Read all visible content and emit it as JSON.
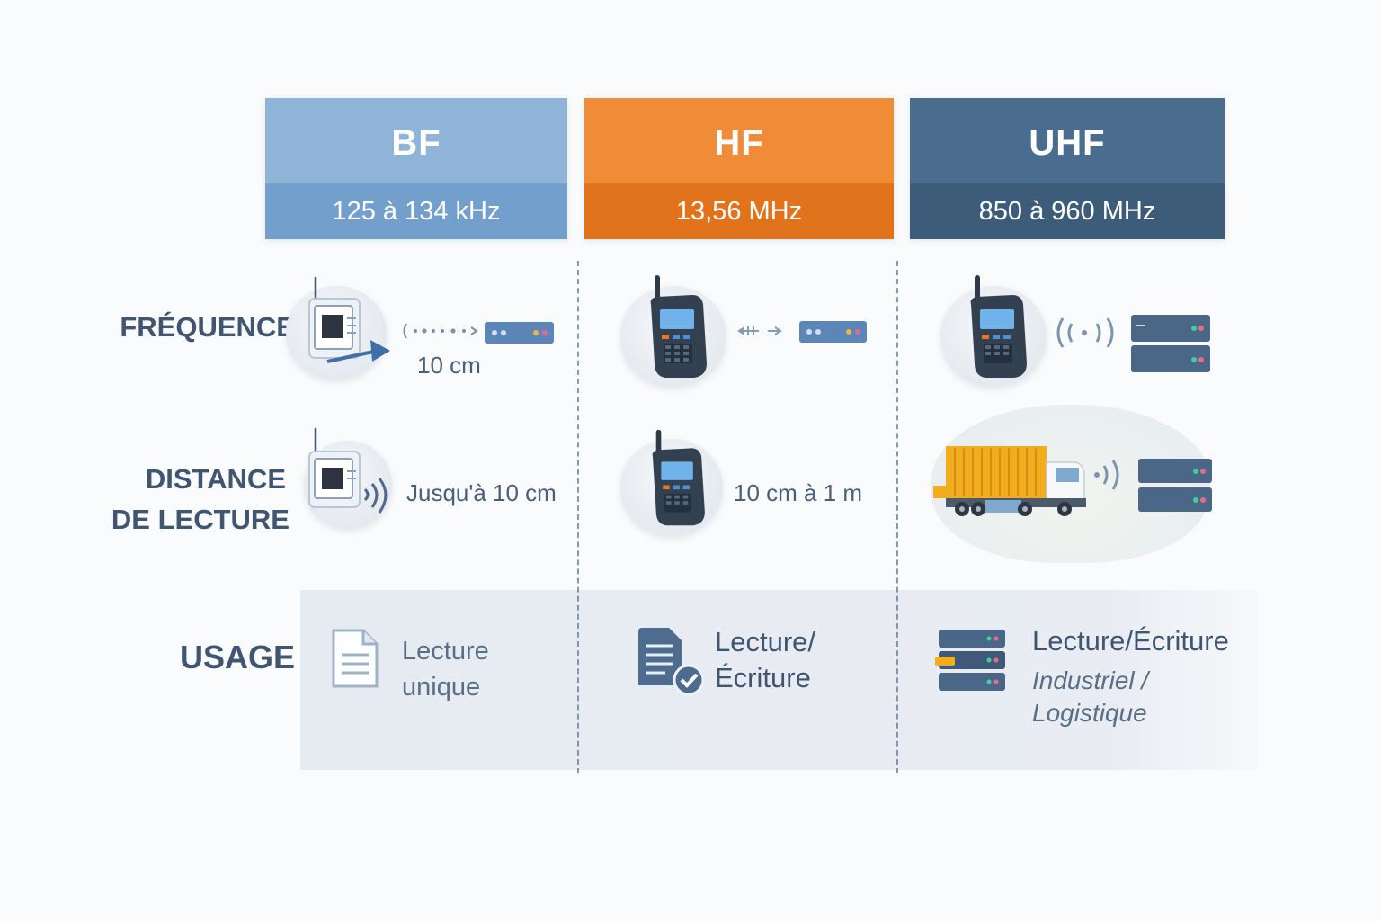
{
  "columns": [
    {
      "name": "BF",
      "frequency": "125 à 134 kHz",
      "color": "#8fb4d8"
    },
    {
      "name": "HF",
      "frequency": "13,56 MHz",
      "color": "#f08c38"
    },
    {
      "name": "UHF",
      "frequency": "850 à 960 MHz",
      "color": "#4a6d8f"
    }
  ],
  "rows": {
    "frequence": "FRÉQUENCE",
    "distance_line1": "DISTANCE",
    "distance_line2": "DE LECTURE",
    "usage": "USAGE"
  },
  "cells": {
    "bf_frequence_distance": "10 cm",
    "bf_distance": "Jusqu'à 10 cm",
    "hf_distance": "10 cm à 1 m",
    "bf_usage_line1": "Lecture",
    "bf_usage_line2": "unique",
    "hf_usage_line1": "Lecture/",
    "hf_usage_line2": "Écriture",
    "uhf_usage_line1": "Lecture/Écriture",
    "uhf_usage_line2": "Industriel /",
    "uhf_usage_line3": "Logistique"
  },
  "icons": [
    "rfid-chip-icon",
    "handheld-reader-icon",
    "reader-box-icon",
    "server-stack-icon",
    "truck-icon",
    "document-icon",
    "document-check-icon",
    "wireless-signal-icon"
  ]
}
